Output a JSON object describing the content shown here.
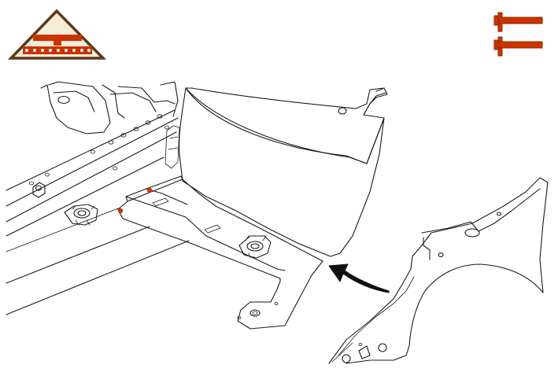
{
  "figure": {
    "kind": "service-manual-illustration",
    "callouts": [],
    "colors": {
      "line": "#1a1a1a",
      "accent": "#cc3300",
      "triangle_fill": "#f5ecd8",
      "triangle_border": "#5a3a1a",
      "background": "#ffffff"
    },
    "icons": {
      "top_left": "body-section-triangle-icon",
      "top_right": "fastener-icon",
      "arrow": "installation-direction-arrow"
    },
    "markers": {
      "count": 2,
      "color": "#cc3300"
    }
  }
}
